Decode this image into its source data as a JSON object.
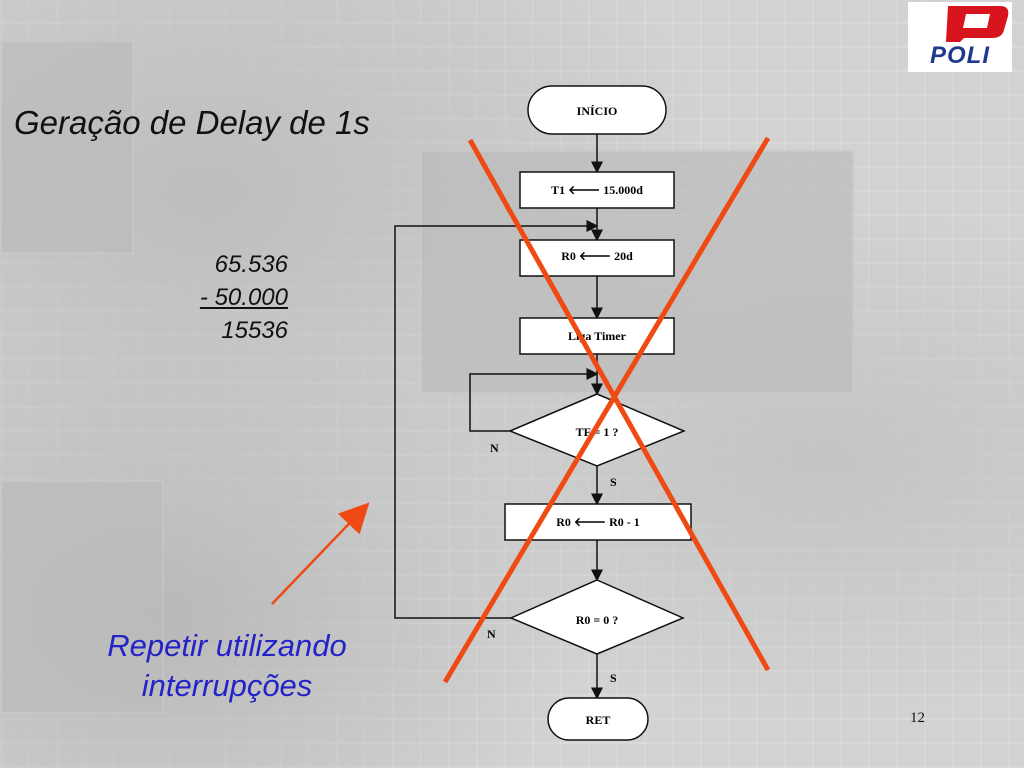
{
  "logo": {
    "text": "POLI"
  },
  "title": "Geração de Delay de 1s",
  "calculation": {
    "line1": "65.536",
    "line2": "- 50.000",
    "line3": "15536"
  },
  "note": {
    "line1": "Repetir utilizando",
    "line2": "interrupções"
  },
  "page_number": "12",
  "flowchart": {
    "start": "INÍCIO",
    "step1": "T1 🡐 15.000d",
    "step2": "R0 🡐 20d",
    "step3": "Liga Timer",
    "decision1": "TF = 1 ?",
    "step4": "R0 🡐 R0 - 1",
    "decision2": "R0 = 0 ?",
    "end": "RET",
    "label_n1": "N",
    "label_s1": "S",
    "label_n2": "N",
    "label_s2": "S"
  },
  "colors": {
    "cross": "#f04a14",
    "note": "#2323c8",
    "arrow": "#f04a14",
    "logo_red": "#d8141e",
    "logo_blue": "#1e3a8f"
  }
}
